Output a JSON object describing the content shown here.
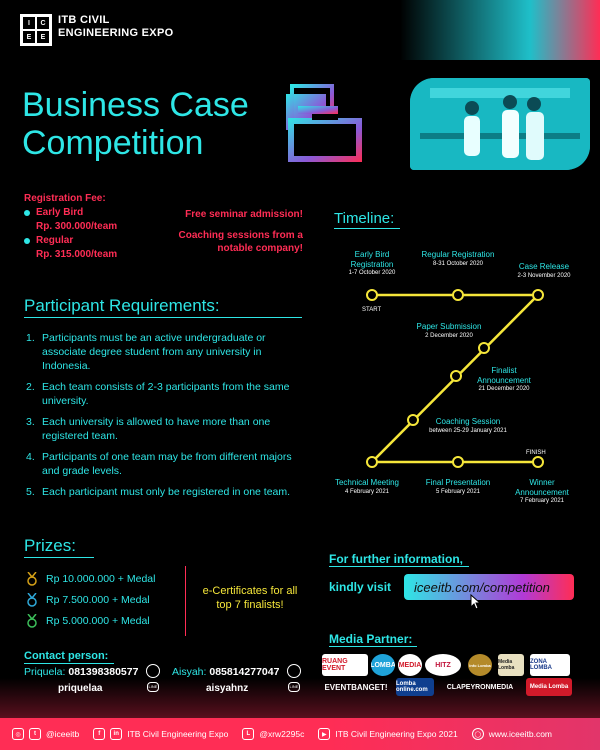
{
  "header": {
    "logo_letters": [
      "I",
      "C",
      "E",
      "E"
    ],
    "brand_line1": "ITB CIVIL",
    "brand_line2": "ENGINEERING EXPO"
  },
  "title": {
    "line1": "Business Case",
    "line2": "Competition"
  },
  "registration": {
    "heading": "Registration Fee:",
    "items": [
      {
        "label": "Early Bird",
        "price": "Rp. 300.000/team"
      },
      {
        "label": "Regular",
        "price": "Rp. 315.000/team"
      }
    ]
  },
  "perks": {
    "line1": "Free seminar admission!",
    "line2": "Coaching sessions from a notable company!"
  },
  "requirements": {
    "heading": "Participant Requirements:",
    "items": [
      {
        "num": "1.",
        "text": "Participants must be an active undergraduate or associate degree student from any university in Indonesia."
      },
      {
        "num": "2.",
        "text": "Each team consists of 2-3 participants from the same university."
      },
      {
        "num": "3.",
        "text": "Each university is allowed to have more than one registered team."
      },
      {
        "num": "4.",
        "text": "Participants of one team may be from different majors and grade levels."
      },
      {
        "num": "5.",
        "text": "Each participant must only be registered in one team."
      }
    ]
  },
  "prizes": {
    "heading": "Prizes:",
    "items": [
      {
        "text": "Rp 10.000.000 + Medal",
        "color": "#d4a017"
      },
      {
        "text": "Rp 7.500.000 + Medal",
        "color": "#2ea8d8"
      },
      {
        "text": "Rp 5.000.000 + Medal",
        "color": "#3cbf5a"
      }
    ],
    "ecert": "e-Certificates for all top 7 finalists!"
  },
  "contact": {
    "heading": "Contact person:",
    "people": [
      {
        "name": "Priquela:",
        "phone": "081398380577",
        "handle": "priquelaa"
      },
      {
        "name": "Aisyah:",
        "phone": "085814277047",
        "handle": "aisyahnz"
      }
    ]
  },
  "timeline": {
    "heading": "Timeline:",
    "start_label": "START",
    "finish_label": "FINISH",
    "events": [
      {
        "name": "Early Bird Registration",
        "date": "1-7 October 2020"
      },
      {
        "name": "Regular Registration",
        "date": "8-31 October 2020"
      },
      {
        "name": "Case Release",
        "date": "2-3 November 2020"
      },
      {
        "name": "Paper Submission",
        "date": "2 December 2020"
      },
      {
        "name": "Finalist Announcement",
        "date": "21 December 2020"
      },
      {
        "name": "Coaching Session",
        "date": "between 25-29 January 2021"
      },
      {
        "name": "Technical Meeting",
        "date": "4 February 2021"
      },
      {
        "name": "Final Presentation",
        "date": "5 February 2021"
      },
      {
        "name": "Winner Announcement",
        "date": "7 February 2021"
      }
    ]
  },
  "info": {
    "heading": "For further information,",
    "visit": "kindly visit",
    "link": "iceeitb.com/competition"
  },
  "media": {
    "heading": "Media Partner:",
    "logos": [
      "RUANG EVENT",
      "LOMBA",
      "MEDIA",
      "HITZ",
      "EVENTBANGET!",
      "Lomba online.com",
      "CLAPEYRONMEDIA",
      "Media Lomba",
      "ZONA LOMBA",
      "Info Lomba"
    ]
  },
  "footer": {
    "instagram": "@iceeitb",
    "facebook_linkedin": "ITB Civil Engineering Expo",
    "line": "@xrw2295c",
    "youtube": "ITB Civil Engineering Expo 2021",
    "web": "www.iceeitb.com"
  },
  "colors": {
    "cyan": "#2ee6e6",
    "red": "#ff2d55",
    "yellow": "#f5e63a",
    "background": "#000000"
  }
}
